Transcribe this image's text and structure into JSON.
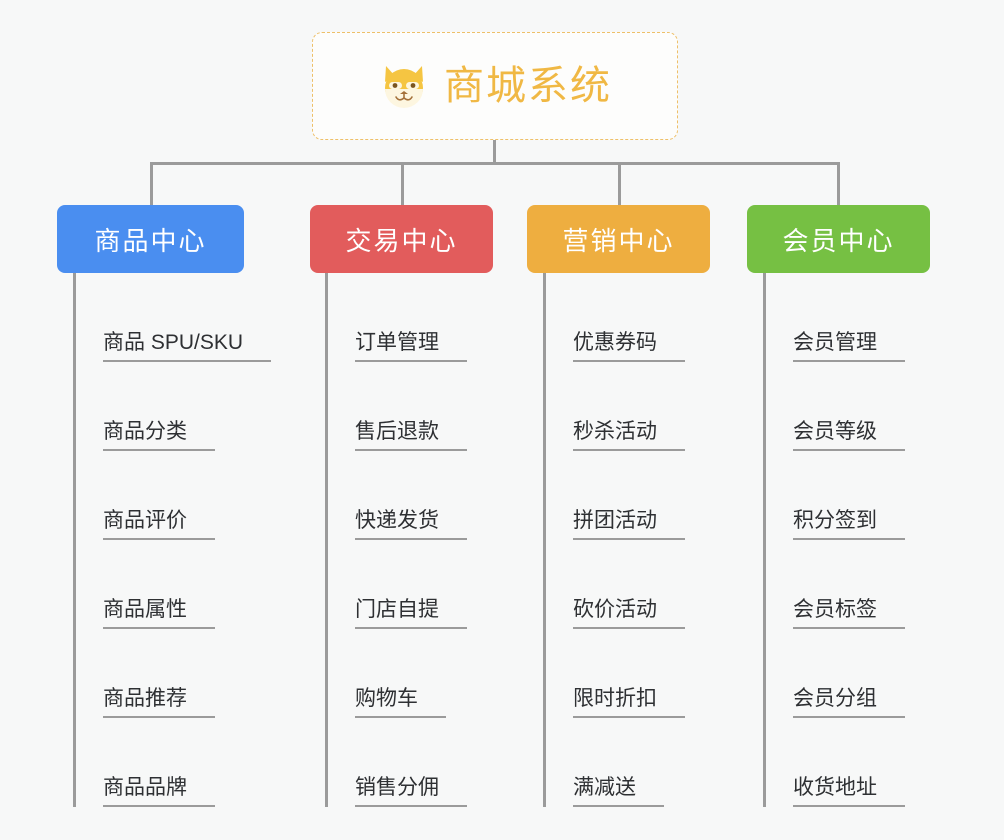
{
  "diagram": {
    "type": "mindmap",
    "root": {
      "title": "商城系统",
      "icon": "shiba-dog-face-icon",
      "color": "#f0b844",
      "border_color": "#eec069"
    },
    "link_color": "#9b9b9b",
    "background": "#f7f8f8",
    "branches": [
      {
        "label": "商品中心",
        "color": "#4a8ef0",
        "children": [
          "商品 SPU/SKU",
          "商品分类",
          "商品评价",
          "商品属性",
          "商品推荐",
          "商品品牌"
        ]
      },
      {
        "label": "交易中心",
        "color": "#e25c5c",
        "children": [
          "订单管理",
          "售后退款",
          "快递发货",
          "门店自提",
          "购物车",
          "销售分佣"
        ]
      },
      {
        "label": "营销中心",
        "color": "#eeae40",
        "children": [
          "优惠券码",
          "秒杀活动",
          "拼团活动",
          "砍价活动",
          "限时折扣",
          "满减送"
        ]
      },
      {
        "label": "会员中心",
        "color": "#76c043",
        "children": [
          "会员管理",
          "会员等级",
          "积分签到",
          "会员标签",
          "会员分组",
          "收货地址"
        ]
      }
    ]
  }
}
